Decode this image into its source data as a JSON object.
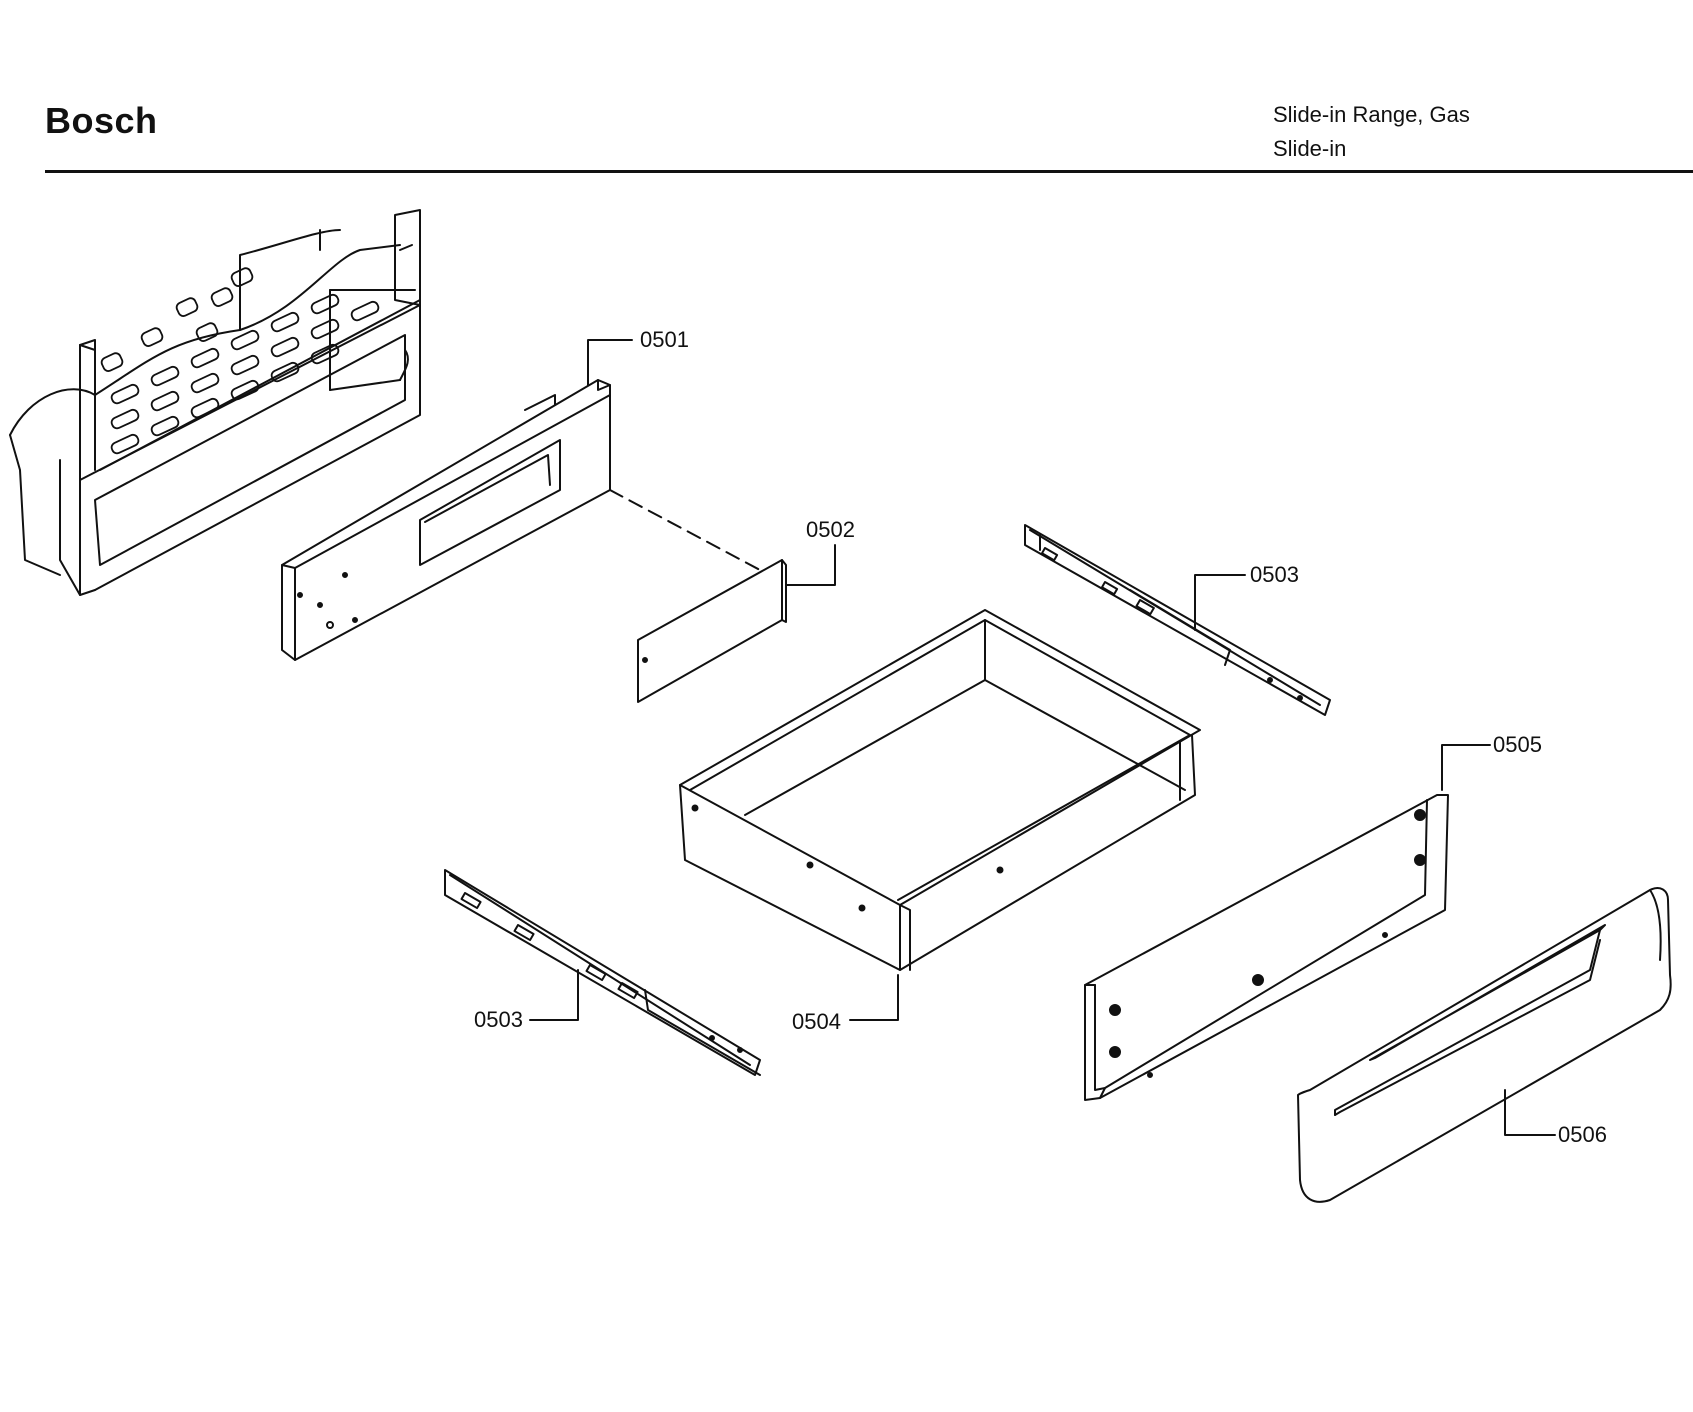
{
  "header": {
    "brand": "Bosch",
    "model_lines": [
      "Slide-in Range, Gas",
      "Slide-in"
    ]
  },
  "diagram": {
    "part_labels": [
      {
        "id": "p0501",
        "label": "0501"
      },
      {
        "id": "p0502",
        "label": "0502"
      },
      {
        "id": "p0503a",
        "label": "0503"
      },
      {
        "id": "p0503b",
        "label": "0503"
      },
      {
        "id": "p0504",
        "label": "0504"
      },
      {
        "id": "p0505",
        "label": "0505"
      },
      {
        "id": "p0506",
        "label": "0506"
      }
    ]
  }
}
